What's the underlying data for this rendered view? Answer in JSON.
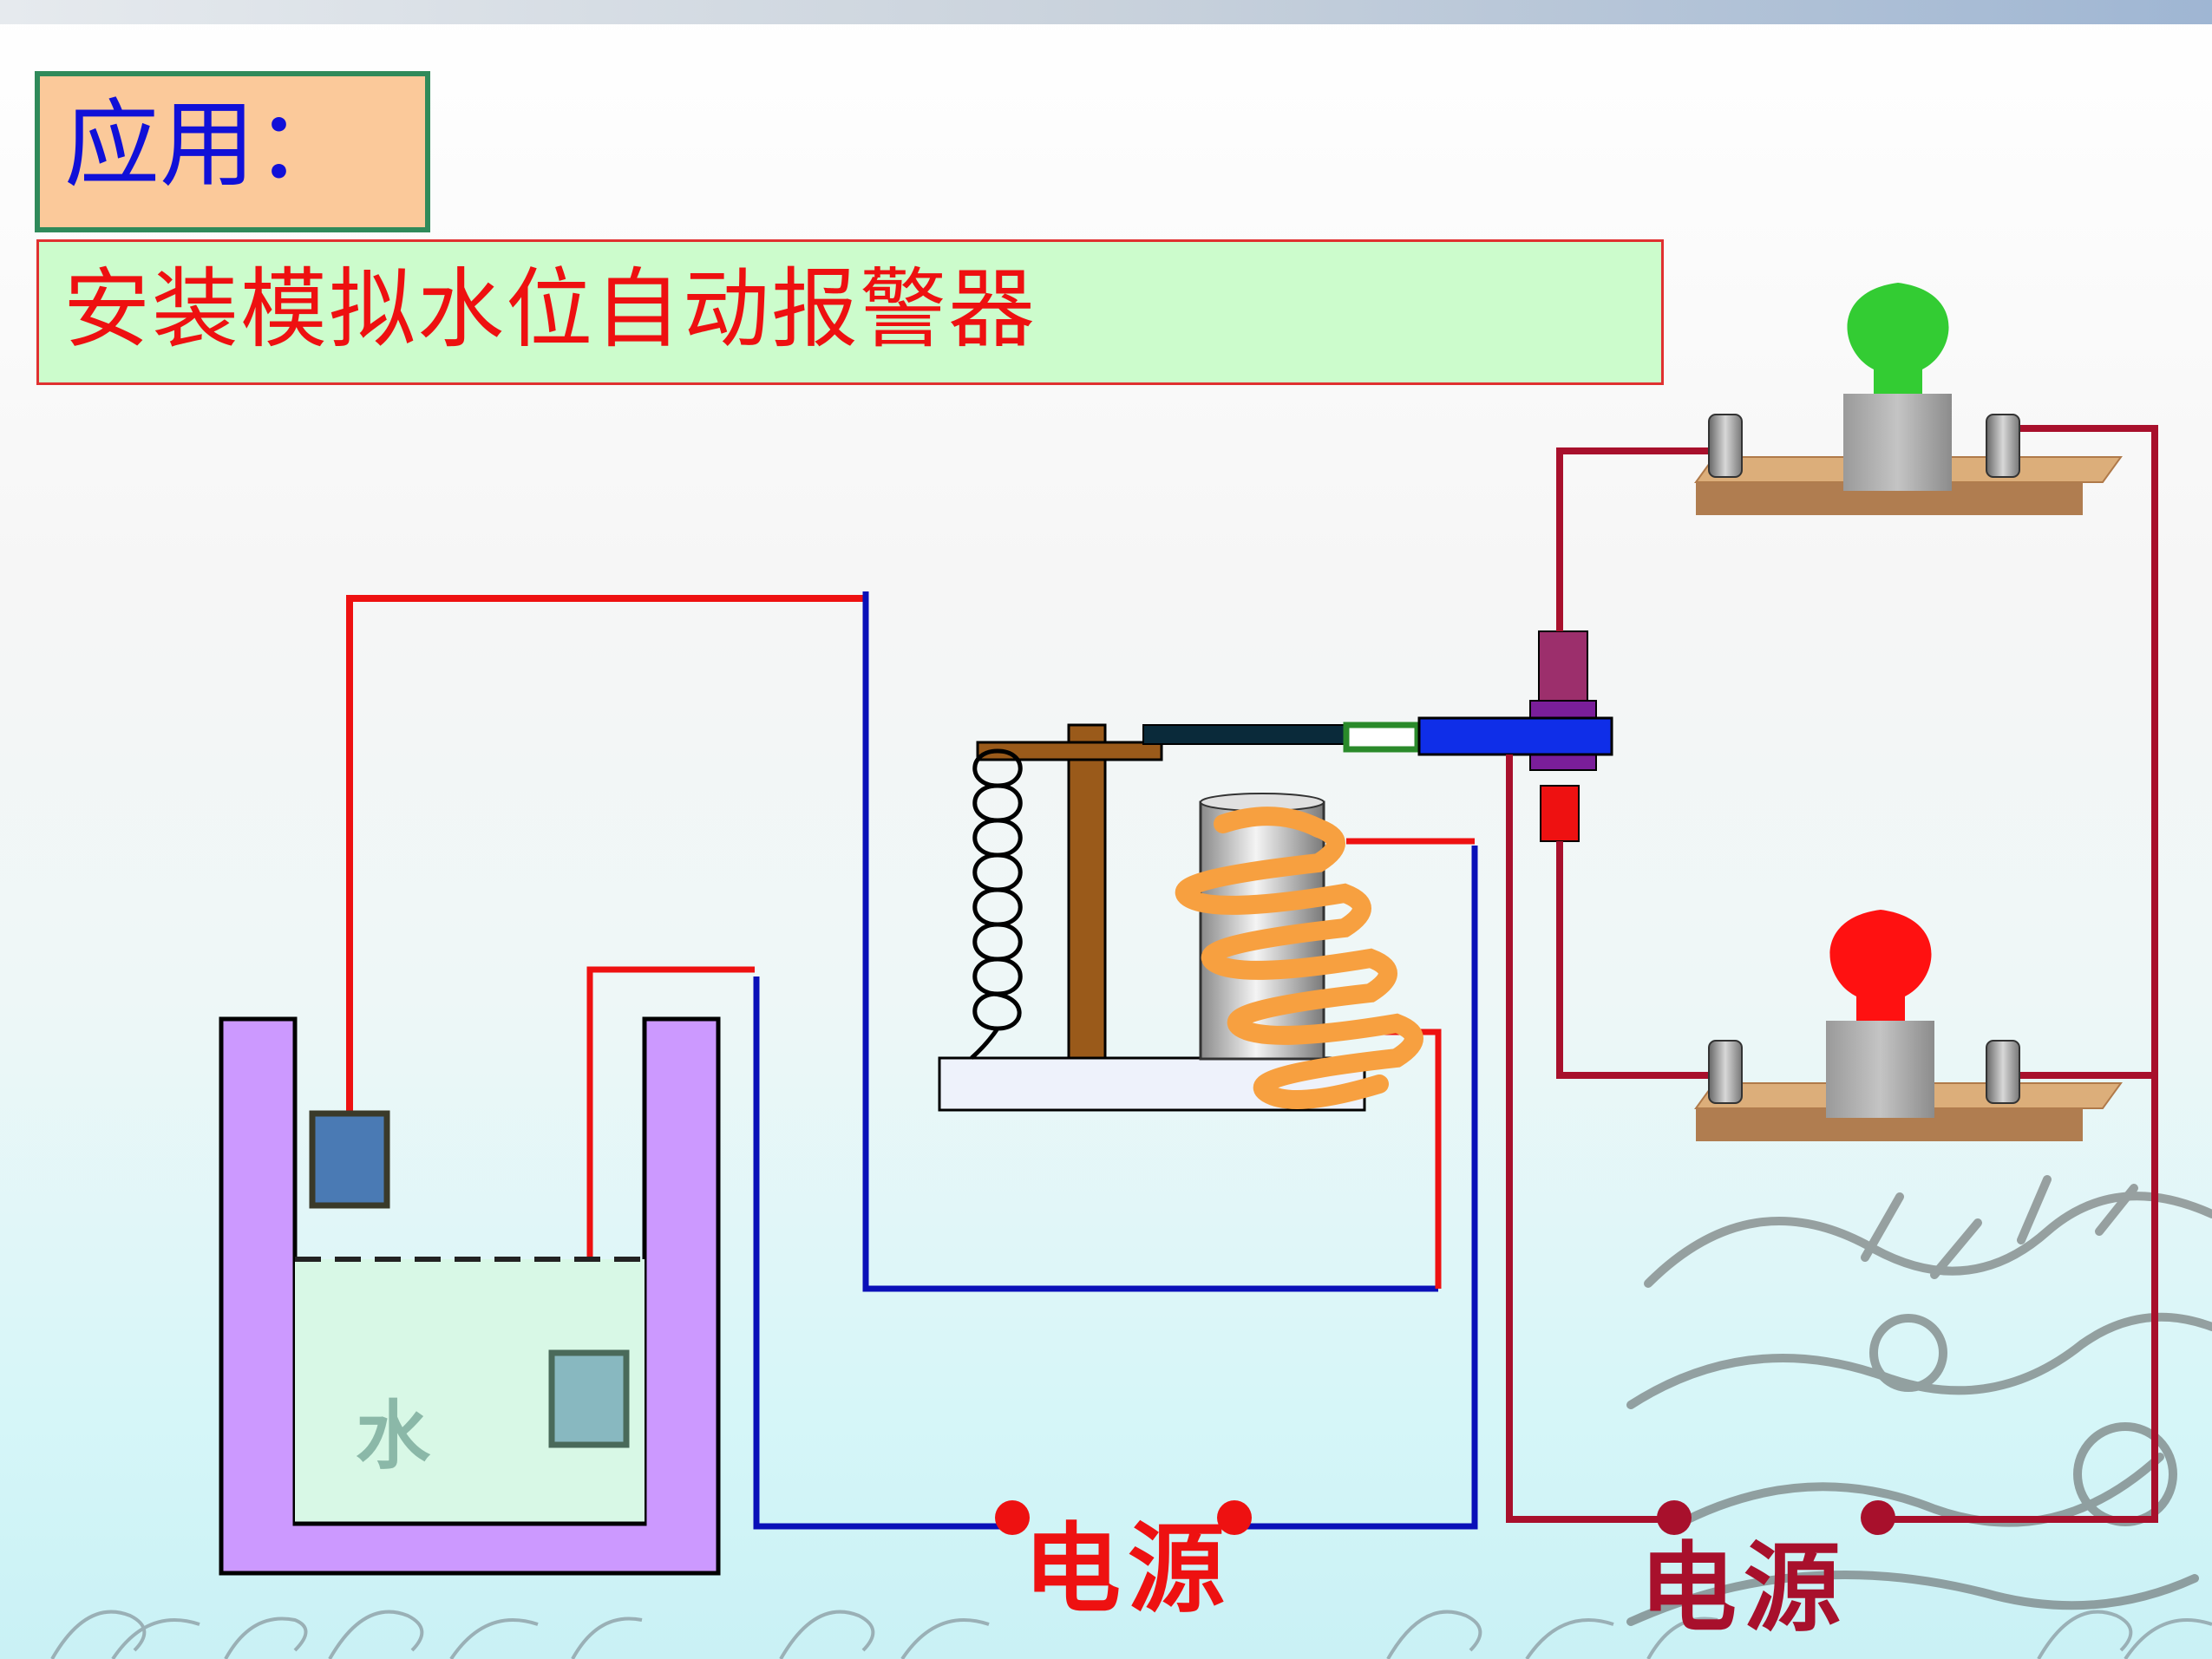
{
  "header": {
    "title": "应用：",
    "subtitle": "安装模拟水位自动报警器"
  },
  "diagram": {
    "water_label": "水",
    "power_label_left": "电源",
    "power_label_right": "电源"
  },
  "colors": {
    "title_text": "#1010d8",
    "subtitle_text": "#ee1010",
    "tank": "#cc99ff",
    "water": "#d8f8e6",
    "control_wire_red": "#ee1111",
    "control_wire_blue": "#0a10b8",
    "lamp_wire": "#a8102c",
    "coil": "#f7a040",
    "green_lamp": "#33cc33",
    "red_lamp": "#ff1111"
  }
}
